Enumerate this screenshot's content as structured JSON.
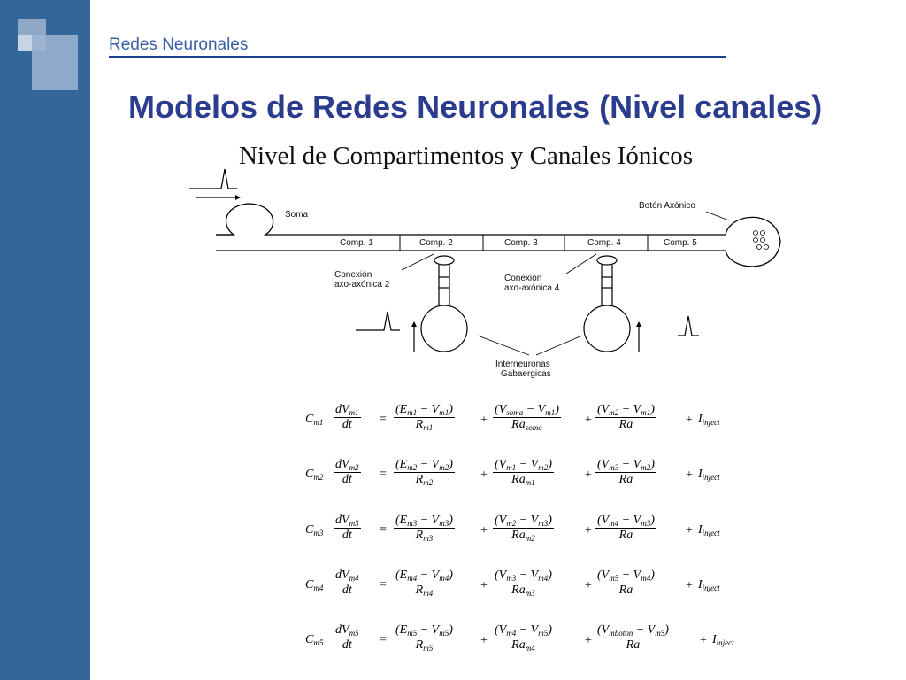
{
  "header": {
    "breadcrumb": "Redes Neuronales",
    "title": "Modelos de Redes Neuronales (Nivel canales)",
    "subtitle": "Nivel de Compartimentos y Canales Iónicos"
  },
  "diagram": {
    "soma_label": "Soma",
    "boton_label": "Botón Axónico",
    "compartments": [
      "Comp. 1",
      "Comp. 2",
      "Comp. 3",
      "Comp. 4",
      "Comp. 5"
    ],
    "conexion2": [
      "Conexión",
      "axo-axónica 2"
    ],
    "conexion4": [
      "Conexión",
      "axo-axónica 4"
    ],
    "interneuronas": [
      "Interneuronas",
      "Gabaergicas"
    ]
  },
  "equations": [
    {
      "c": "1",
      "t1": [
        "E",
        "1",
        "V",
        "1"
      ],
      "r1": "1",
      "t2": [
        "soma",
        "1"
      ],
      "ra2": "soma",
      "t3": [
        "V",
        "2",
        "V",
        "1"
      ]
    },
    {
      "c": "2",
      "t1": [
        "E",
        "2",
        "V",
        "2"
      ],
      "r1": "2",
      "t2": [
        "1",
        "2"
      ],
      "ra2": "m1",
      "t3": [
        "V",
        "3",
        "V",
        "2"
      ]
    },
    {
      "c": "3",
      "t1": [
        "E",
        "3",
        "V",
        "3"
      ],
      "r1": "3",
      "t2": [
        "2",
        "3"
      ],
      "ra2": "m2",
      "t3": [
        "V",
        "4",
        "V",
        "3"
      ]
    },
    {
      "c": "4",
      "t1": [
        "E",
        "4",
        "V",
        "4"
      ],
      "r1": "4",
      "t2": [
        "3",
        "4"
      ],
      "ra2": "m3",
      "t3": [
        "V",
        "5",
        "V",
        "4"
      ]
    },
    {
      "c": "5",
      "t1": [
        "E",
        "5",
        "V",
        "5"
      ],
      "r1": "5",
      "t2": [
        "4",
        "5"
      ],
      "ra2": "m4",
      "t3": [
        "mboton",
        "5"
      ]
    }
  ]
}
